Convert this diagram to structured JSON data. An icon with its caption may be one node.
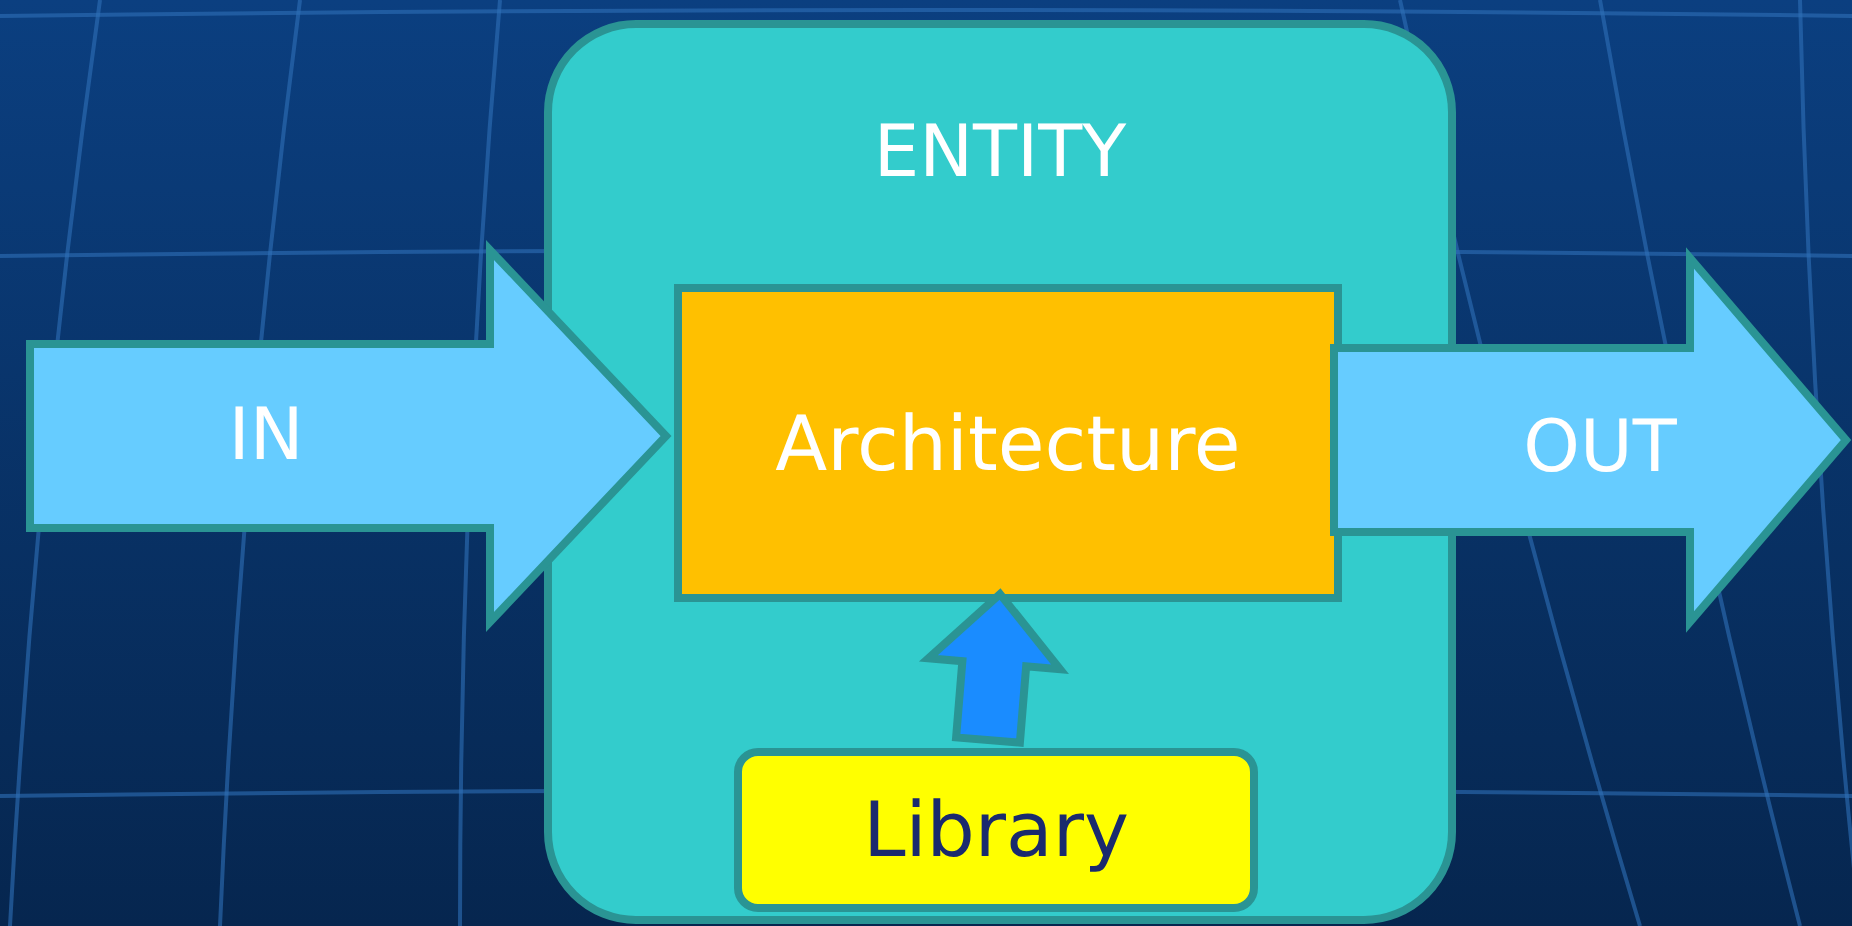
{
  "diagram": {
    "nodes": [
      {
        "text": [
          "ENTITY"
        ]
      },
      {
        "text": [
          "Architecture"
        ],
        "in": 0
      },
      {
        "text": [
          "Library"
        ],
        "in": 0
      }
    ],
    "edges": [
      {
        "from": null,
        "to": 1,
        "arrow": "to",
        "label": "IN"
      },
      {
        "from": 1,
        "to": null,
        "arrow": "to",
        "label": "OUT"
      },
      {
        "from": 2,
        "to": 1,
        "arrow": "to",
        "color": "#1a8cff"
      }
    ]
  }
}
